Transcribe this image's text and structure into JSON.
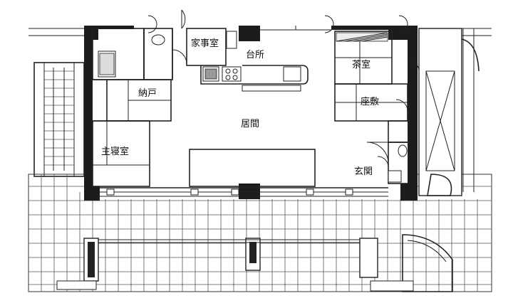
{
  "rooms": {
    "kaji": "家事室",
    "daidokoro": "台所",
    "chashitsu": "茶室",
    "nando": "納戸",
    "zashiki": "座敷",
    "ima": "居間",
    "shushinshitsu": "主寝室",
    "genkan": "玄関"
  }
}
